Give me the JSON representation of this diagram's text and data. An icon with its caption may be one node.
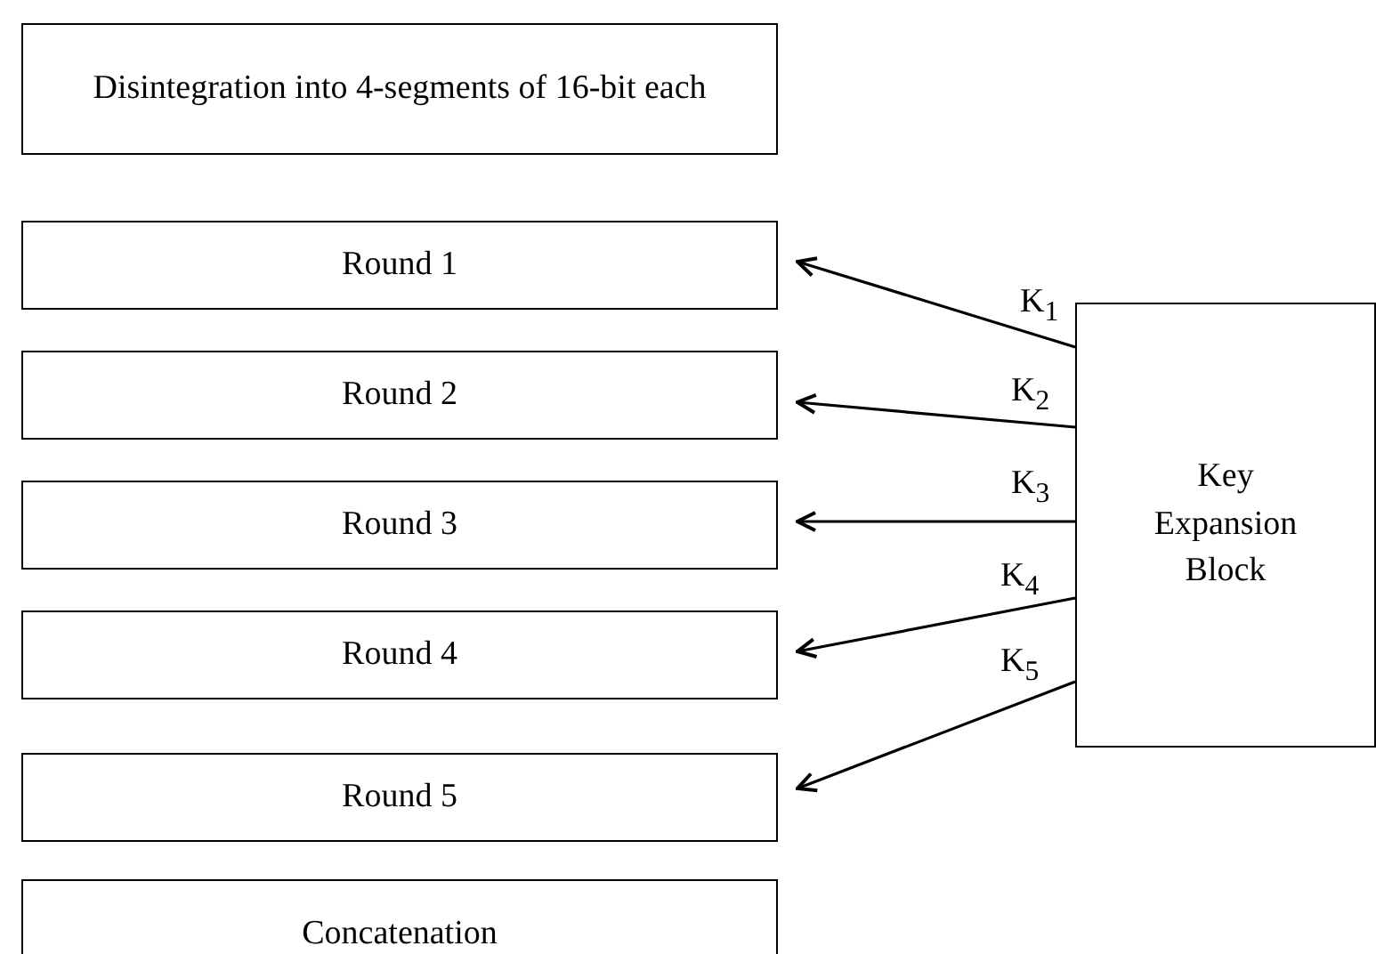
{
  "diagram": {
    "nodes": [
      {
        "text": [
          "Disintegration into 4-segments of 16-bit each"
        ]
      },
      {
        "text": [
          "Round 1"
        ]
      },
      {
        "text": [
          "Round 2"
        ]
      },
      {
        "text": [
          "Round 3"
        ]
      },
      {
        "text": [
          "Round 4"
        ]
      },
      {
        "text": [
          "Round 5"
        ]
      },
      {
        "text": [
          "Concatenation"
        ]
      },
      {
        "text": [
          "Key Expansion Block"
        ]
      }
    ],
    "edges": [
      {
        "from": 7,
        "to": 1,
        "arrow": "to",
        "label": "K$_{1}$"
      },
      {
        "from": 7,
        "to": 2,
        "arrow": "to",
        "label": "K$_{2}$"
      },
      {
        "from": 7,
        "to": 3,
        "arrow": "to",
        "label": "K$_{3}$"
      },
      {
        "from": 7,
        "to": 4,
        "arrow": "to",
        "label": "K$_{4}$"
      },
      {
        "from": 7,
        "to": 5,
        "arrow": "to",
        "label": "K$_{5}$"
      }
    ]
  }
}
